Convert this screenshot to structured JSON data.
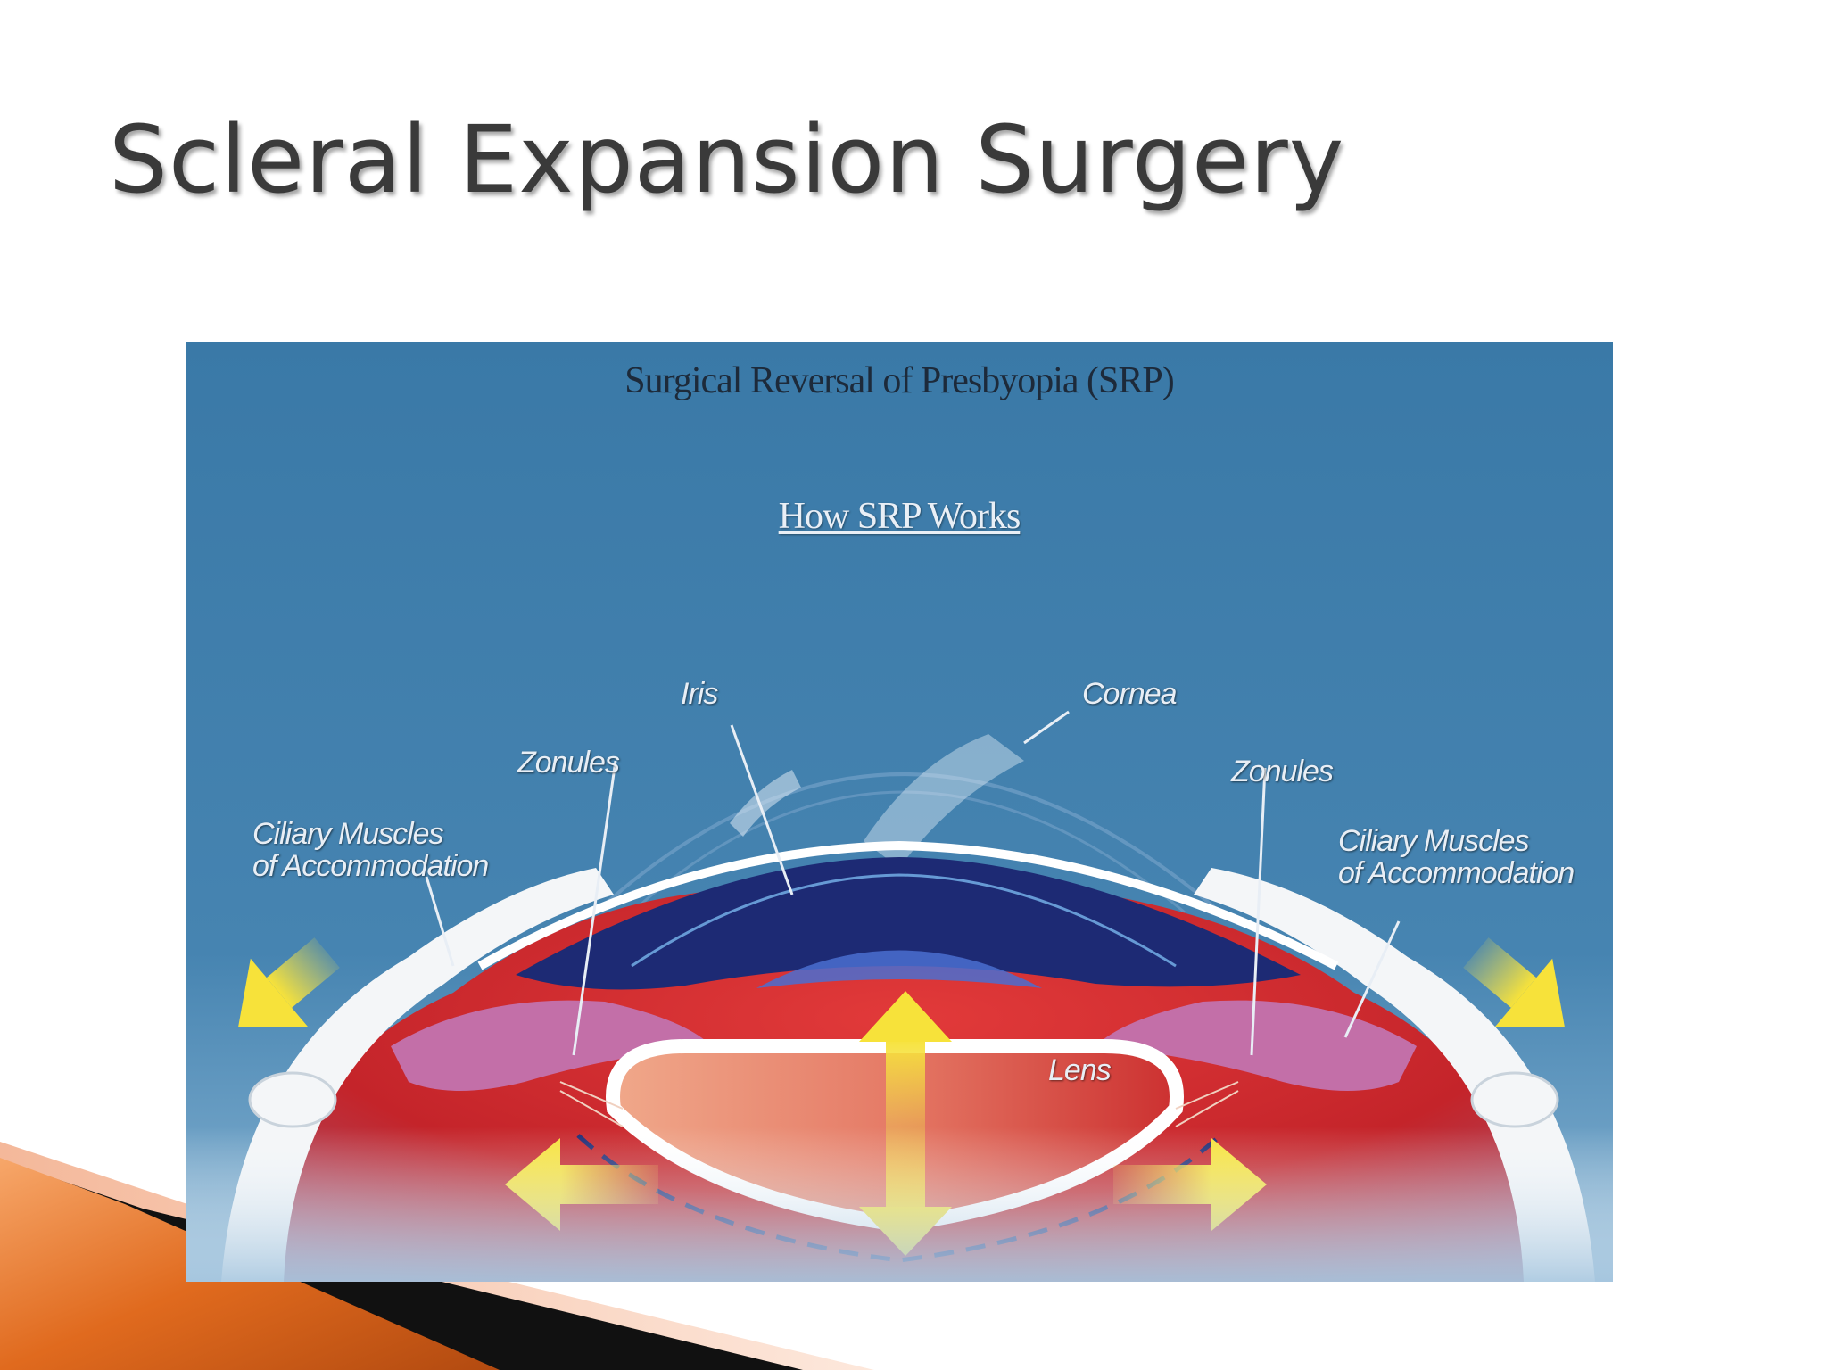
{
  "slide": {
    "title": "Scleral Expansion Surgery"
  },
  "diagram": {
    "title": "Surgical Reversal of Presbyopia (SRP)",
    "subtitle": "How SRP Works",
    "labels": {
      "iris": "Iris",
      "cornea": "Cornea",
      "zonules_left": "Zonules",
      "zonules_right": "Zonules",
      "ciliary_left": "Ciliary Muscles\nof Accommodation",
      "ciliary_right": "Ciliary Muscles\nof Accommodation",
      "lens": "Lens"
    }
  },
  "colors": {
    "diagram_background": "#3b7aa8",
    "title_text": "#3a3a3a",
    "accent_orange": "#e8752a",
    "arrow_yellow": "#f2e14a"
  }
}
